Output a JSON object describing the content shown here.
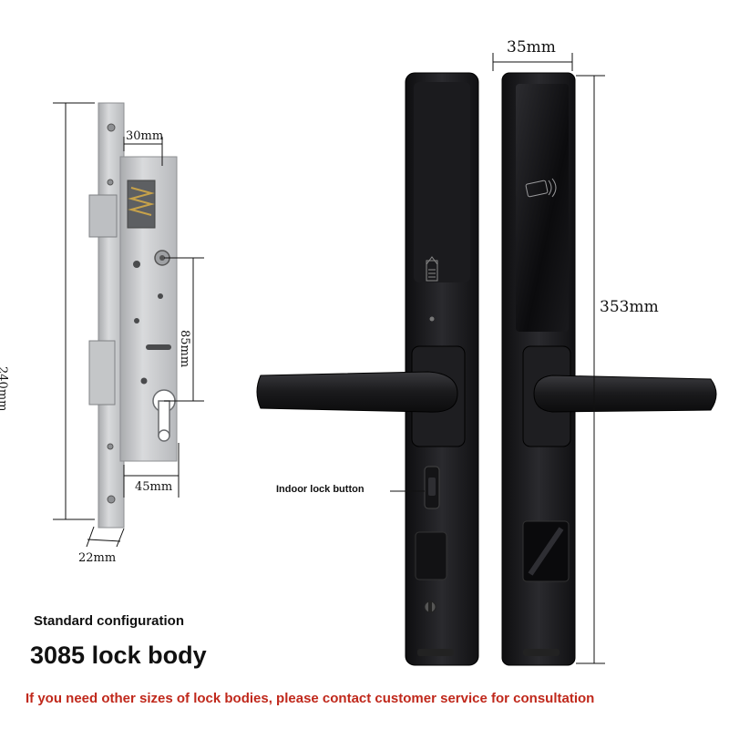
{
  "dimensions": {
    "faceplate_width": "30mm",
    "backset": "45mm",
    "body_thickness": "22mm",
    "body_height": "240mm",
    "center_distance": "85mm",
    "handle_width": "35mm",
    "handle_height": "353mm"
  },
  "callouts": {
    "indoor_lock_button": "Indoor lock button"
  },
  "captions": {
    "standard_configuration": "Standard configuration",
    "lock_body_model": "3085 lock body",
    "consultation_note": "If you need other sizes of lock bodies, please contact customer service for consultation"
  },
  "colors": {
    "note_text": "#c0281b",
    "lock_finish": "#1c1c1e",
    "steel": "#c9cacc"
  }
}
